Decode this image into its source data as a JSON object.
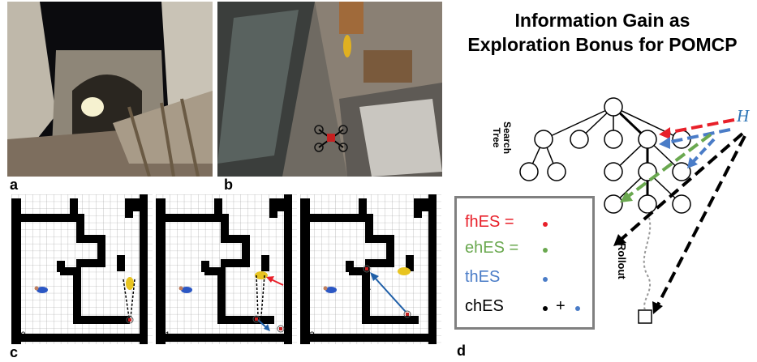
{
  "panels": {
    "a": "a",
    "b": "b",
    "c": "c",
    "d": "d"
  },
  "title": {
    "line1": "Information Gain as",
    "line2": "Exploration Bonus for POMCP"
  },
  "grid": {
    "time_labels": [
      "t=0",
      "t=1",
      "t=2"
    ]
  },
  "tree": {
    "search_tree_label_line1": "Search",
    "search_tree_label_line2": "Tree",
    "rollout_label": "Rollout",
    "entropy_label": "H"
  },
  "legend": {
    "items": [
      {
        "label": "fhES =",
        "color": "#e8202a",
        "dots": [
          "#e8202a"
        ]
      },
      {
        "label": "ehES =",
        "color": "#6aa84f",
        "dots": [
          "#6aa84f"
        ]
      },
      {
        "label": "thES",
        "color": "#4a7cc7",
        "dots": [
          "#4a7cc7"
        ]
      },
      {
        "label": "chES",
        "color": "#000000",
        "dots": [
          "#000000",
          "#4a7cc7"
        ],
        "operator": "+"
      }
    ]
  },
  "colors": {
    "red": "#e8202a",
    "green": "#6aa84f",
    "blue": "#4a7cc7",
    "h_blue": "#2e75b6"
  }
}
